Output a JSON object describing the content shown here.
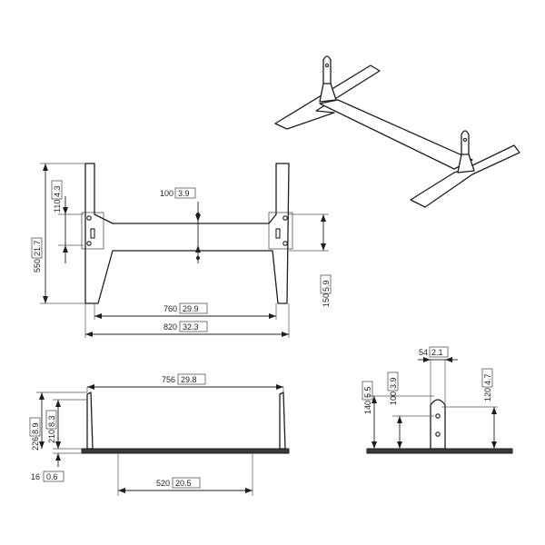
{
  "dimensions": {
    "height_total": {
      "mm": "550",
      "in": "21.7"
    },
    "upright_offset": {
      "mm": "110",
      "in": "4.3"
    },
    "bar_to_upright": {
      "mm": "100",
      "in": "3.9"
    },
    "bar_to_foot": {
      "mm": "150",
      "in": "5.9"
    },
    "inner_width": {
      "mm": "760",
      "in": "29.9"
    },
    "outer_width": {
      "mm": "820",
      "in": "32.3"
    },
    "upright_spacing": {
      "mm": "756",
      "in": "29.8"
    },
    "front_height": {
      "mm": "226",
      "in": "8.9"
    },
    "front_hole_height": {
      "mm": "210",
      "in": "8.3"
    },
    "plate_thickness": {
      "mm": "16",
      "in": "0.6"
    },
    "foot_span": {
      "mm": "520",
      "in": "20.5"
    },
    "upright_width": {
      "mm": "54",
      "in": "2.1"
    },
    "side_height": {
      "mm": "140",
      "in": "5.5"
    },
    "side_hole_low": {
      "mm": "100",
      "in": "3.9"
    },
    "side_hole_high": {
      "mm": "120",
      "in": "4.7"
    }
  }
}
